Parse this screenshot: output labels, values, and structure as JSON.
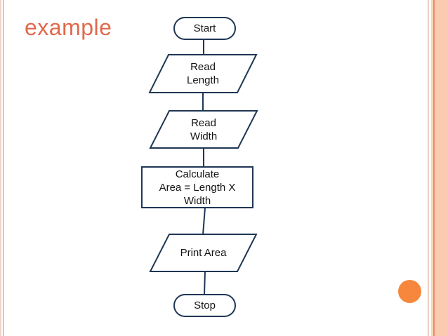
{
  "slide": {
    "title": "example"
  },
  "flowchart": {
    "nodes": [
      {
        "id": "start",
        "type": "terminator",
        "label": "Start"
      },
      {
        "id": "read-length",
        "type": "input-output",
        "label": "Read\nLength"
      },
      {
        "id": "read-width",
        "type": "input-output",
        "label": "Read\nWidth"
      },
      {
        "id": "calculate",
        "type": "process",
        "label": "Calculate\nArea = Length X\nWidth"
      },
      {
        "id": "print-area",
        "type": "input-output",
        "label": "Print Area"
      },
      {
        "id": "stop",
        "type": "terminator",
        "label": "Stop"
      }
    ],
    "connections": [
      "start->read-length",
      "read-length->read-width",
      "read-width->calculate",
      "calculate->print-area",
      "print-area->stop"
    ]
  },
  "colors": {
    "title_text": "#e0694c",
    "shape_stroke": "#1f3655",
    "accent_circle": "#f6873c",
    "edge_stripe_light": "#efcec2",
    "edge_stripe_dark": "#e78f63",
    "edge_band": "#fbcbb1"
  }
}
